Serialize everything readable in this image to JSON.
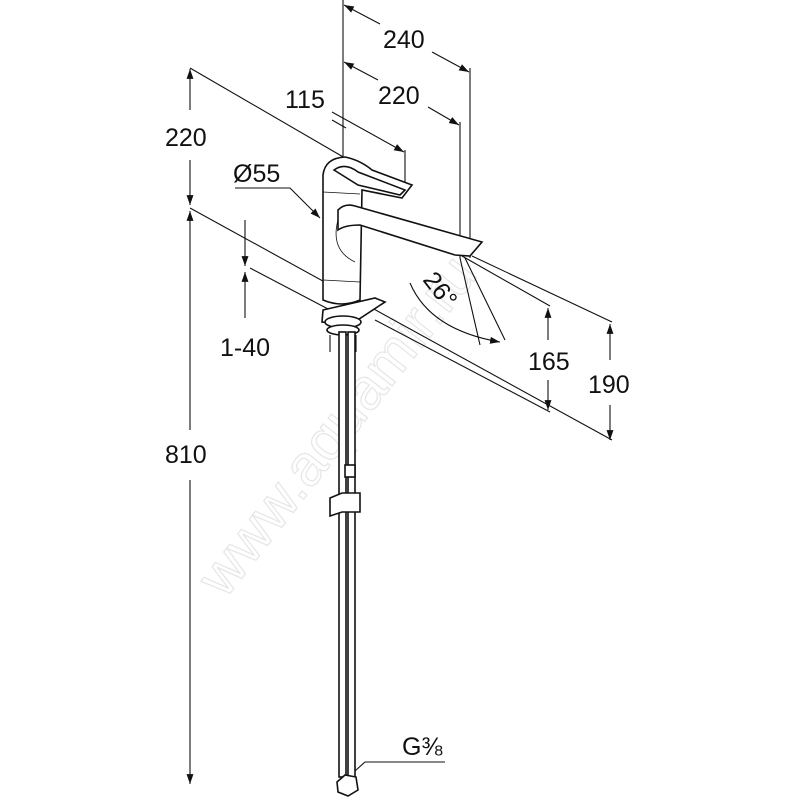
{
  "drawing": {
    "title": "Faucet dimension drawing",
    "dimensions": {
      "reach_total": "240",
      "reach_spout": "220",
      "handle_length": "115",
      "height_above_spout": "220",
      "body_diameter": "Ø55",
      "deck_thickness": "1-40",
      "swivel_angle": "26°",
      "spout_height": "165",
      "total_height_front": "190",
      "hose_length": "810",
      "connection": "G⅜"
    },
    "watermark": "www.aquamir.ru"
  }
}
